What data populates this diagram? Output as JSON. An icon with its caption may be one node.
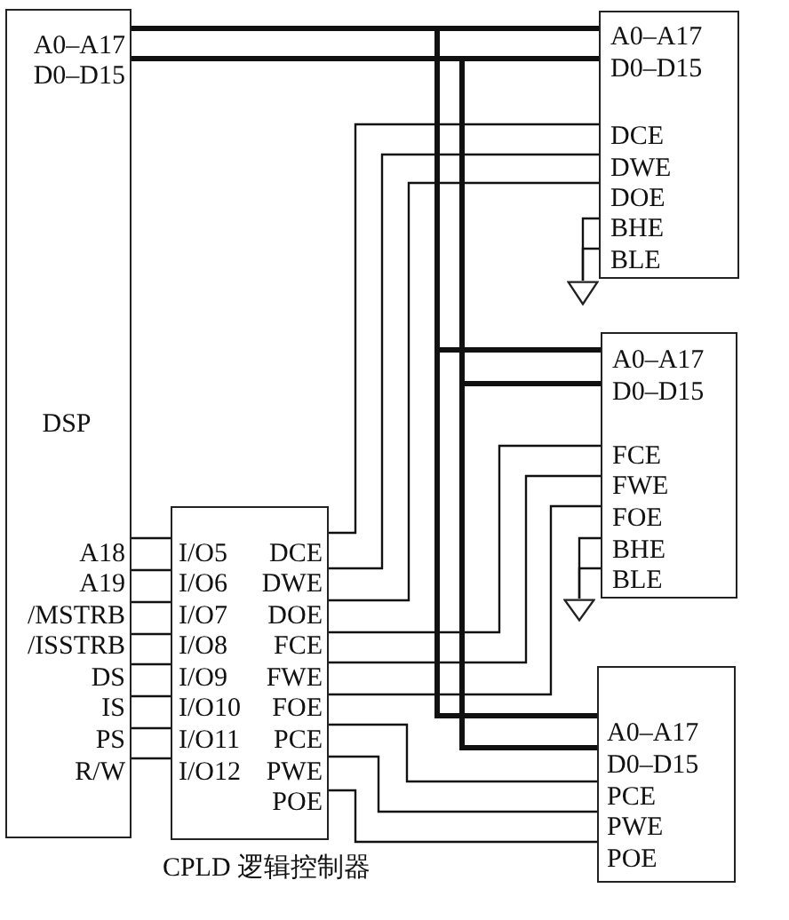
{
  "diagram": {
    "nodes": [
      {
        "text": [
          "A0–A17",
          "D0–D15",
          "DSP",
          "A18",
          "A19",
          "/MSTRB",
          "/ISSTRB",
          "DS",
          "IS",
          "PS",
          "R/W"
        ]
      },
      {
        "text": [
          "A0–A17",
          "D0–D15",
          "DCE",
          "DWE",
          "DOE",
          "BHE",
          "BLE"
        ]
      },
      {
        "text": [],
        "shape": "triangle"
      },
      {
        "text": [
          "A0–A17",
          "D0–D15",
          "FCE",
          "FWE",
          "FOE",
          "BHE",
          "BLE"
        ]
      },
      {
        "text": [],
        "shape": "triangle"
      },
      {
        "text": [
          "I/O5",
          "DCE",
          "I/O6",
          "DWE",
          "I/O7",
          "DOE",
          "I/O8",
          "FCE",
          "I/O9",
          "FWE",
          "I/O10",
          "FOE",
          "I/O11",
          "PCE",
          "I/O12",
          "PWE",
          "POE"
        ],
        "beside": [
          "CPLD 逻辑控制器"
        ]
      },
      {
        "text": [
          "A0–A17",
          "D0–D15",
          "PCE",
          "PWE",
          "POE"
        ]
      }
    ],
    "edges": [
      {
        "from": 0,
        "to": 1,
        "arrow": "none",
        "style": "thick"
      },
      {
        "from": 0,
        "to": 1,
        "arrow": "none",
        "style": "thick"
      },
      {
        "from": 0,
        "to": 3,
        "arrow": "none",
        "style": "thick"
      },
      {
        "from": 0,
        "to": 3,
        "arrow": "none",
        "style": "thick"
      },
      {
        "from": 0,
        "to": 6,
        "arrow": "none",
        "style": "thick"
      },
      {
        "from": 0,
        "to": 6,
        "arrow": "none",
        "style": "thick"
      },
      {
        "from": 5,
        "to": 1,
        "arrow": "none"
      },
      {
        "from": 5,
        "to": 1,
        "arrow": "none"
      },
      {
        "from": 5,
        "to": 1,
        "arrow": "none"
      },
      {
        "from": 5,
        "to": 3,
        "arrow": "none"
      },
      {
        "from": 5,
        "to": 3,
        "arrow": "none"
      },
      {
        "from": 5,
        "to": 3,
        "arrow": "none"
      },
      {
        "from": 5,
        "to": 6,
        "arrow": "none"
      },
      {
        "from": 5,
        "to": 6,
        "arrow": "none"
      },
      {
        "from": 5,
        "to": 6,
        "arrow": "none"
      },
      {
        "from": 0,
        "to": 5,
        "arrow": "none"
      },
      {
        "from": 0,
        "to": 5,
        "arrow": "none"
      },
      {
        "from": 0,
        "to": 5,
        "arrow": "none"
      },
      {
        "from": 0,
        "to": 5,
        "arrow": "none"
      },
      {
        "from": 0,
        "to": 5,
        "arrow": "none"
      },
      {
        "from": 0,
        "to": 5,
        "arrow": "none"
      },
      {
        "from": 0,
        "to": 5,
        "arrow": "none"
      },
      {
        "from": 0,
        "to": 5,
        "arrow": "none"
      },
      {
        "from": 1,
        "to": 2,
        "arrow": "none"
      },
      {
        "from": 1,
        "to": 2,
        "arrow": "none"
      },
      {
        "from": 3,
        "to": 4,
        "arrow": "none"
      },
      {
        "from": 3,
        "to": 4,
        "arrow": "none"
      }
    ]
  }
}
